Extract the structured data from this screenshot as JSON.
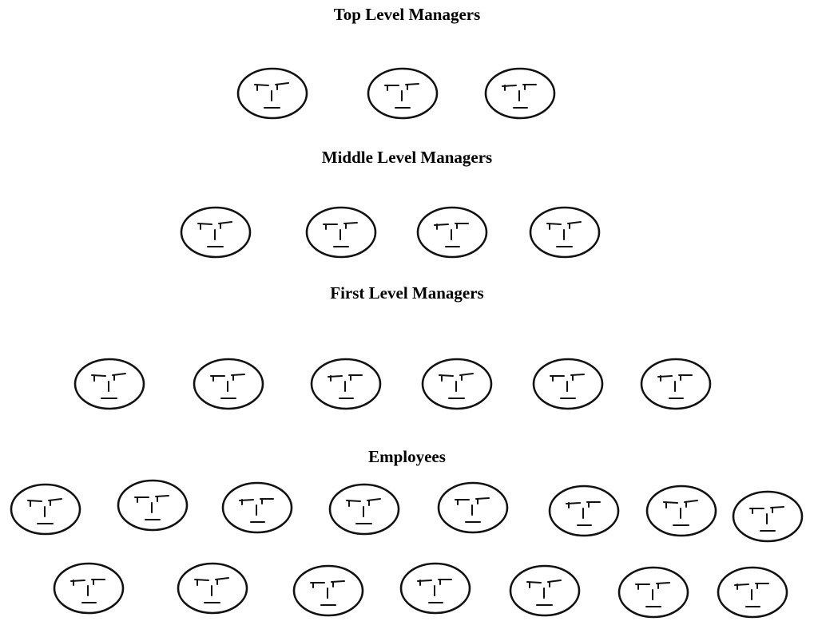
{
  "levels": [
    {
      "id": "top",
      "title": "Top Level Managers",
      "face_count": 3
    },
    {
      "id": "middle",
      "title": "Middle Level Managers",
      "face_count": 4
    },
    {
      "id": "first",
      "title": "First Level Managers",
      "face_count": 6
    },
    {
      "id": "employees",
      "title": "Employees",
      "face_count": 15
    }
  ],
  "face_icon": "face-icon",
  "line_color": "#111111"
}
